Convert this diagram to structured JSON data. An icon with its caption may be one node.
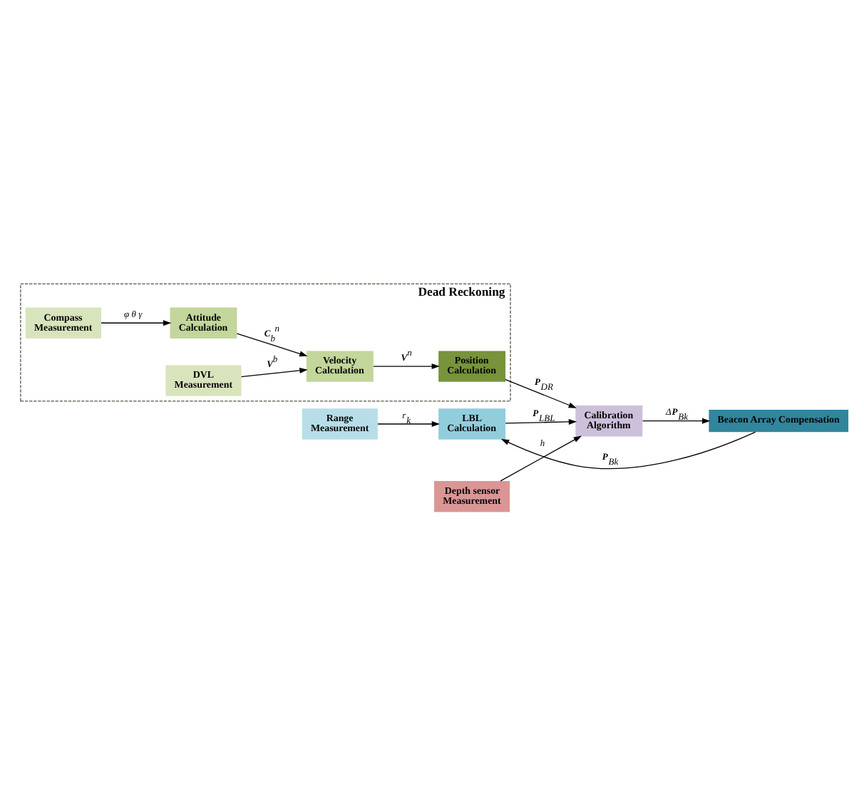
{
  "diagram": {
    "nodes": [
      {
        "text": [
          "Dead Reckoning"
        ]
      },
      {
        "text": [
          "Compass",
          "Measurement"
        ],
        "in": 0
      },
      {
        "text": [
          "Attitude",
          "Calculation"
        ],
        "in": 0
      },
      {
        "text": [
          "DVL",
          "Measurement"
        ],
        "in": 0
      },
      {
        "text": [
          "Velocity",
          "Calculation"
        ],
        "in": 0
      },
      {
        "text": [
          "Position",
          "Calculation"
        ],
        "in": 0
      },
      {
        "text": [
          "Depth sensor",
          "Measurement"
        ]
      },
      {
        "text": [
          "Calibration",
          "Algorithm"
        ]
      },
      {
        "text": [
          "Range",
          "Measurement"
        ]
      },
      {
        "text": [
          "LBL",
          "Calculation"
        ]
      },
      {
        "text": [
          "Beacon Array Compensation"
        ]
      }
    ],
    "edges": [
      {
        "from": 1,
        "to": 2,
        "arrow": "to",
        "label": "φ θ γ"
      },
      {
        "from": 2,
        "to": 4,
        "arrow": "to",
        "label": "**C**$_{b}$$^{n}$"
      },
      {
        "from": 3,
        "to": 4,
        "arrow": "to",
        "label": "**V**$^{b}$"
      },
      {
        "from": 4,
        "to": 5,
        "arrow": "to",
        "label": "**V**$^{n}$"
      },
      {
        "from": 5,
        "to": 7,
        "arrow": "to",
        "label": "**P**$_{DR}$"
      },
      {
        "from": 6,
        "to": 7,
        "arrow": "to",
        "label": "h"
      },
      {
        "from": 8,
        "to": 9,
        "arrow": "to",
        "label": "r$_{k}$"
      },
      {
        "from": 9,
        "to": 7,
        "arrow": "to",
        "label": "**P**$_{LBL}$"
      },
      {
        "from": 10,
        "to": 9,
        "arrow": "to",
        "label": "**P**$_{Bk}$"
      },
      {
        "from": 7,
        "to": 10,
        "arrow": "to",
        "label": "Δ**P**$_{Bk}$"
      }
    ]
  }
}
